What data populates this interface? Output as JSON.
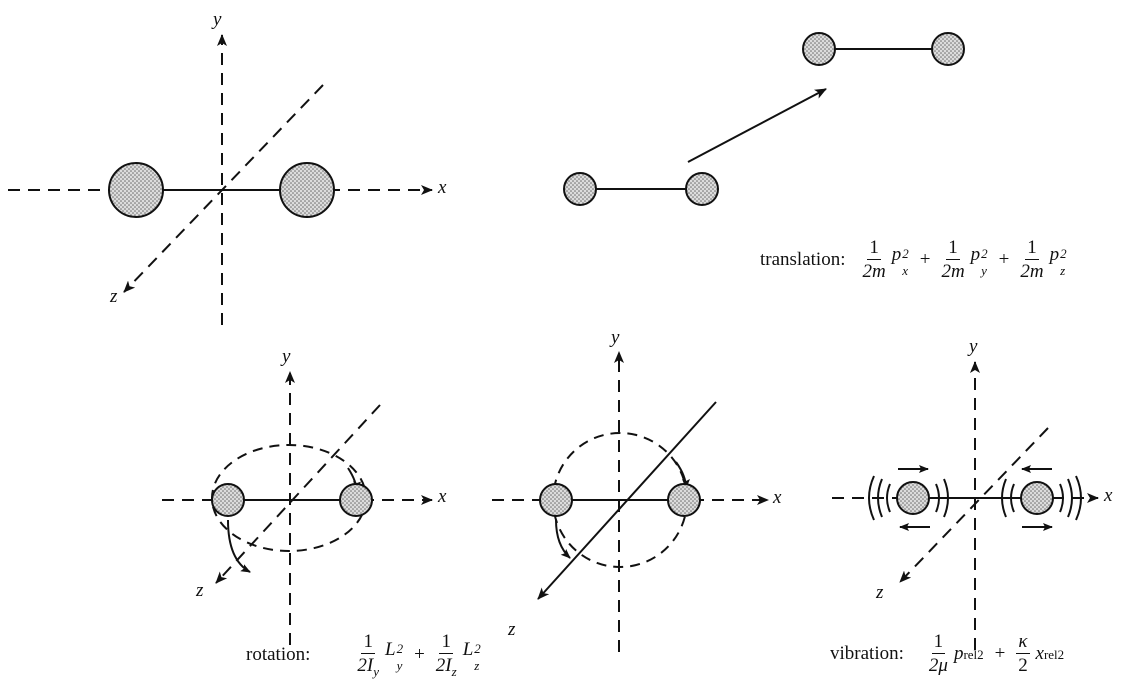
{
  "axes": {
    "x": "x",
    "y": "y",
    "z": "z"
  },
  "translation": {
    "caption": "translation:",
    "numerator": "1",
    "denominator": "2m",
    "terms": [
      {
        "symbol": "p",
        "sup": "2",
        "sub": "x"
      },
      {
        "symbol": "p",
        "sup": "2",
        "sub": "y"
      },
      {
        "symbol": "p",
        "sup": "2",
        "sub": "z"
      }
    ],
    "operator": "+"
  },
  "rotation": {
    "caption": "rotation:",
    "numerator": "1",
    "terms": [
      {
        "denominator": "2I",
        "den_sub": "y",
        "symbol": "L",
        "sup": "2",
        "sub": "y"
      },
      {
        "denominator": "2I",
        "den_sub": "z",
        "symbol": "L",
        "sup": "2",
        "sub": "z"
      }
    ],
    "operator": "+"
  },
  "vibration": {
    "caption": "vibration:",
    "term1": {
      "numerator": "1",
      "denominator": "2μ",
      "symbol": "p",
      "sub": "rel",
      "sup": "2"
    },
    "term2": {
      "numerator": "κ",
      "denominator": "2",
      "symbol": "x",
      "sub": "rel",
      "sup": "2"
    },
    "operator": "+"
  },
  "colors": {
    "ink": "#111111",
    "atom_fill": "#d4d4d4"
  }
}
